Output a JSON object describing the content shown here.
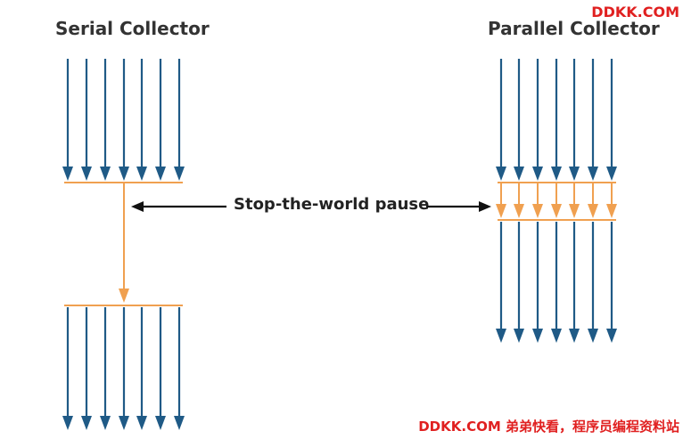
{
  "serial": {
    "title": "Serial Collector"
  },
  "parallel": {
    "title": "Parallel Collector"
  },
  "pause_label": "Stop-the-world pause",
  "watermark": {
    "top": "DDKK.COM",
    "bottom": "DDKK.COM 弟弟快看，程序员编程资料站"
  },
  "colors": {
    "thread": "#1f5a86",
    "gc": "#f0a050",
    "text": "#333333",
    "watermark": "#e02020"
  }
}
